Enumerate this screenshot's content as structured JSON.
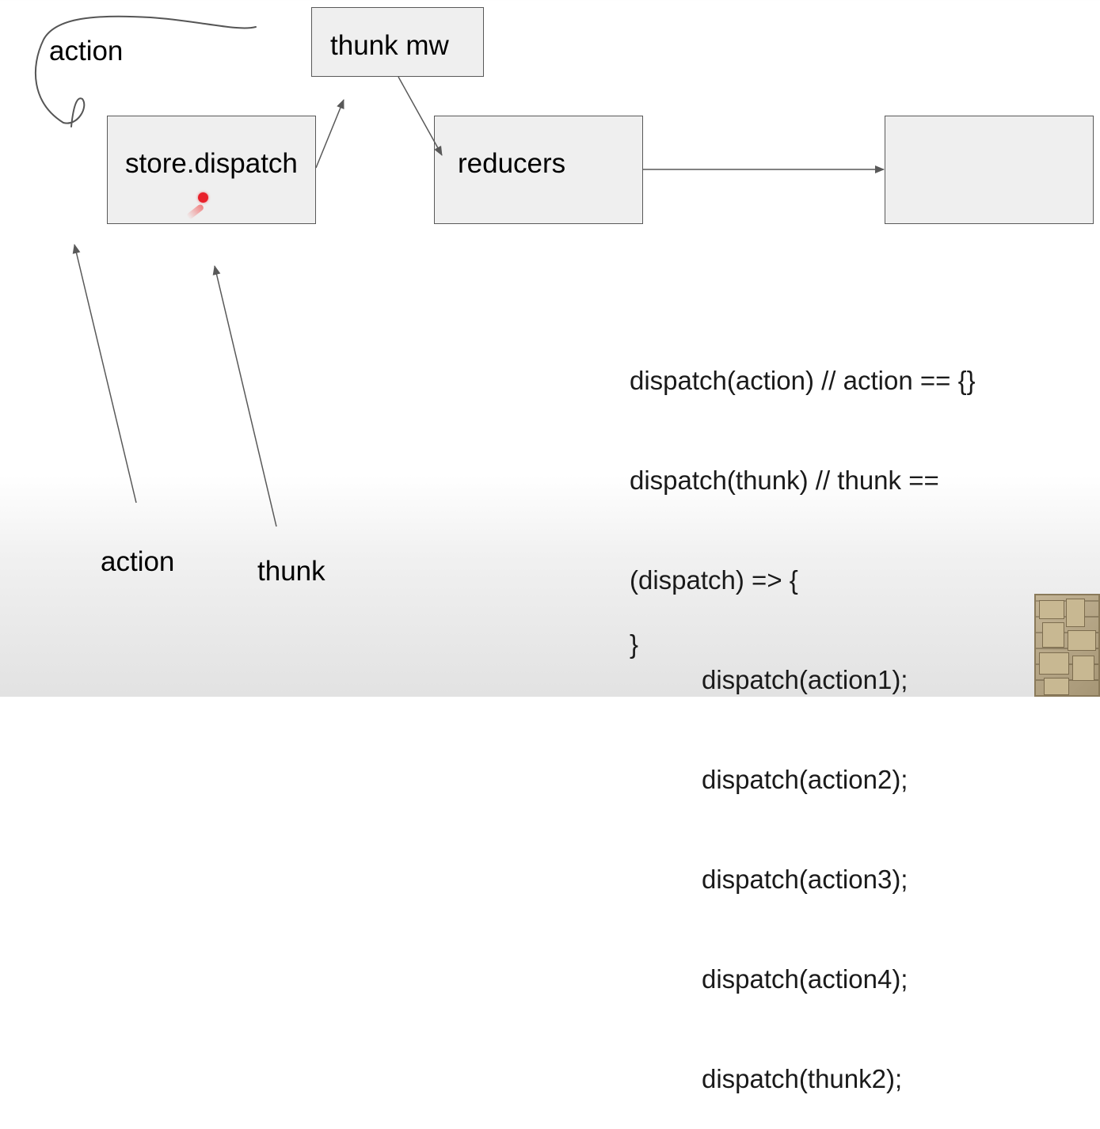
{
  "diagram": {
    "boxes": {
      "store_dispatch": "store.dispatch",
      "thunk_mw": "thunk mw",
      "reducers": "reducers",
      "empty": ""
    },
    "labels": {
      "loop_action": "action",
      "bottom_action": "action",
      "bottom_thunk": "thunk"
    },
    "colors": {
      "box_fill": "#efefef",
      "box_border": "#595959",
      "arrow": "#595959",
      "pointer": "#e8202a"
    }
  },
  "code": {
    "lines": [
      "dispatch(action) // action == {}",
      "dispatch(thunk) // thunk ==",
      "(dispatch) => {",
      "dispatch(action1);",
      "dispatch(action2);",
      "dispatch(action3);",
      "dispatch(action4);",
      "dispatch(thunk2);"
    ],
    "closing": "}"
  }
}
